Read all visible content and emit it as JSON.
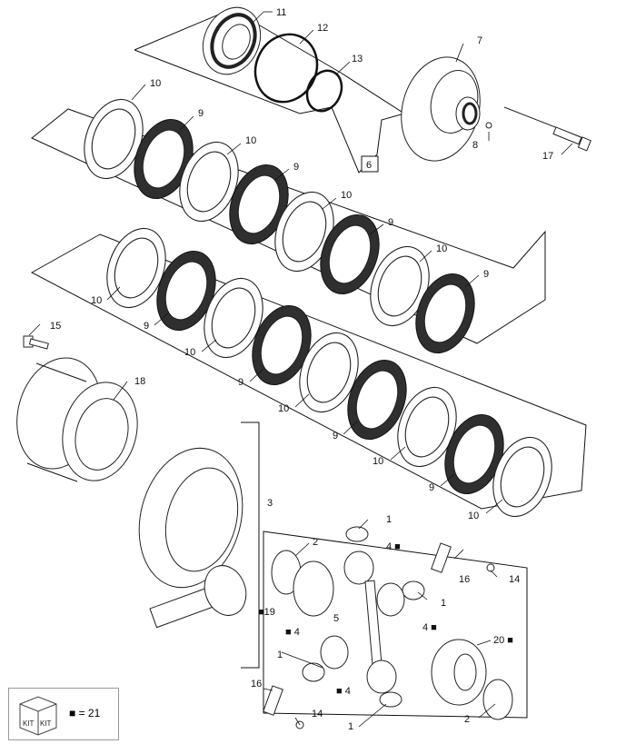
{
  "diagram": {
    "callouts": [
      {
        "id": "c11",
        "label": "11"
      },
      {
        "id": "c12",
        "label": "12"
      },
      {
        "id": "c13",
        "label": "13"
      },
      {
        "id": "c7",
        "label": "7"
      },
      {
        "id": "c8",
        "label": "8"
      },
      {
        "id": "c17",
        "label": "17"
      },
      {
        "id": "c6",
        "label": "6"
      },
      {
        "id": "c15",
        "label": "15"
      },
      {
        "id": "c18",
        "label": "18"
      },
      {
        "id": "c3",
        "label": "3"
      },
      {
        "id": "c2a",
        "label": "2"
      },
      {
        "id": "c2b",
        "label": "2"
      },
      {
        "id": "c19",
        "label": "19"
      },
      {
        "id": "c20",
        "label": "20"
      },
      {
        "id": "c5",
        "label": "5"
      },
      {
        "id": "c1a",
        "label": "1"
      },
      {
        "id": "c1b",
        "label": "1"
      },
      {
        "id": "c1c",
        "label": "1"
      },
      {
        "id": "c1d",
        "label": "1"
      },
      {
        "id": "c4a",
        "label": "4"
      },
      {
        "id": "c4b",
        "label": "4"
      },
      {
        "id": "c4c",
        "label": "4"
      },
      {
        "id": "c4d",
        "label": "4"
      },
      {
        "id": "c14a",
        "label": "14"
      },
      {
        "id": "c14b",
        "label": "14"
      },
      {
        "id": "c16a",
        "label": "16"
      },
      {
        "id": "c16b",
        "label": "16"
      }
    ],
    "plate_labels": {
      "ten": "10",
      "nine": "9"
    },
    "kit_marker": "■",
    "legend": {
      "icon_text": "KIT",
      "equals_text": "■ = 21"
    }
  }
}
